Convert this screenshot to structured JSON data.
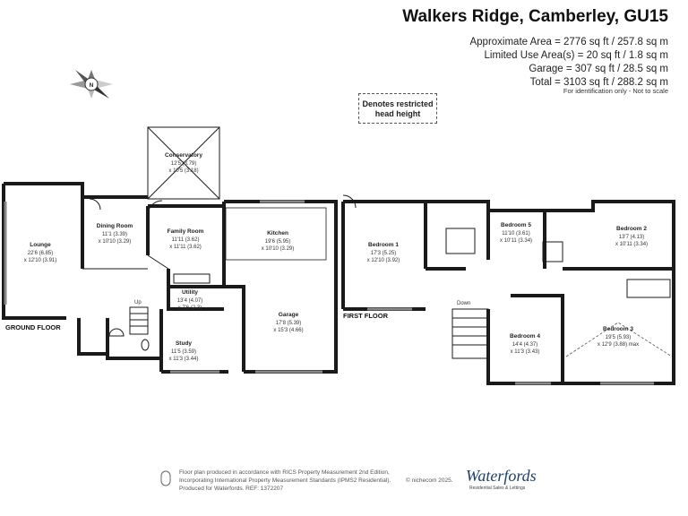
{
  "header": {
    "title": "Walkers Ridge, Camberley, GU15",
    "approx_area": "Approximate Area = 2776 sq ft / 257.8 sq m",
    "limited_use": "Limited Use Area(s) = 20 sq ft / 1.8 sq m",
    "garage": "Garage = 307 sq ft / 28.5 sq m",
    "total": "Total = 3103 sq ft / 288.2 sq m",
    "identification": "For identification only - Not to scale"
  },
  "restricted_note": "Denotes restricted head height",
  "compass_label": "N",
  "floors": {
    "ground": "GROUND FLOOR",
    "first": "FIRST FLOOR"
  },
  "stair_labels": {
    "up": "Up",
    "down": "Down"
  },
  "rooms": {
    "conservatory": {
      "name": "Conservatory",
      "dim1": "12'5 (3.79)",
      "dim2": "x 10'5 (3.18)"
    },
    "dining": {
      "name": "Dining Room",
      "dim1": "11'1 (3.39)",
      "dim2": "x 10'10 (3.29)"
    },
    "family": {
      "name": "Family Room",
      "dim1": "11'11 (3.62)",
      "dim2": "x 11'11 (3.62)"
    },
    "kitchen": {
      "name": "Kitchen",
      "dim1": "19'6 (5.95)",
      "dim2": "x 10'10 (3.29)"
    },
    "lounge": {
      "name": "Lounge",
      "dim1": "22'6 (6.85)",
      "dim2": "x 12'10 (3.91)"
    },
    "utility": {
      "name": "Utility",
      "dim1": "13'4 (4.07)",
      "dim2": "x 7'6 (2.3)"
    },
    "garage": {
      "name": "Garage",
      "dim1": "17'8 (5.39)",
      "dim2": "x 15'3 (4.66)"
    },
    "study": {
      "name": "Study",
      "dim1": "11'5 (3.59)",
      "dim2": "x 11'3 (3.44)"
    },
    "bedroom1": {
      "name": "Bedroom 1",
      "dim1": "17'3 (5.25)",
      "dim2": "x 12'10 (3.92)"
    },
    "bedroom5": {
      "name": "Bedroom 5",
      "dim1": "11'10 (3.61)",
      "dim2": "x 10'11 (3.34)"
    },
    "bedroom2": {
      "name": "Bedroom 2",
      "dim1": "13'7 (4.13)",
      "dim2": "x 10'11 (3.34)"
    },
    "bedroom4": {
      "name": "Bedroom 4",
      "dim1": "14'4 (4.37)",
      "dim2": "x 11'3 (3.43)"
    },
    "bedroom3": {
      "name": "Bedroom 3",
      "dim1": "19'5 (5.93)",
      "dim2": "x 12'9 (3.88) max"
    }
  },
  "footer": {
    "line1": "Floor plan produced in accordance with RICS Property Measurement 2nd Edition,",
    "line2": "Incorporating International Property Measurement Standards (IPMS2 Residential).",
    "line3": "Produced for Waterfords.   REF: 1372207",
    "copyright": "© nichecom 2025.",
    "brand": "Waterfords",
    "brand_sub": "Residential Sales & Lettings"
  },
  "colors": {
    "wall": "#1a1a1a",
    "window": "#888888",
    "brand": "#1c3f6e"
  }
}
